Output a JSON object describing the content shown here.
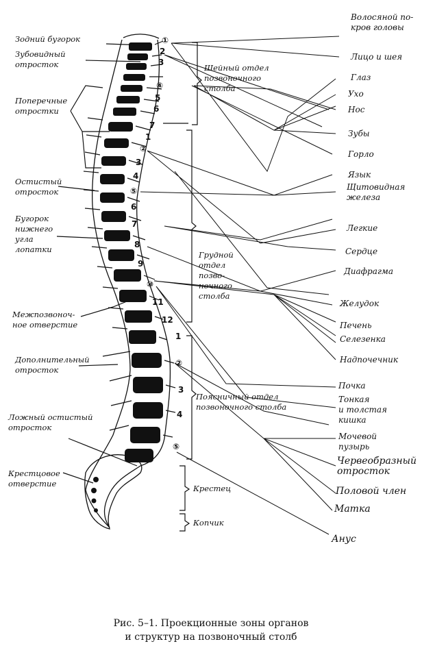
{
  "anatomy_labels": {
    "zodny": "Зодний бугорок",
    "zubovid": "Зубовидный\nотросток",
    "poperech": "Поперечные\nотростки",
    "ostisty": "Остистый\nотросток",
    "bugorok": "Бугорок\nнижнего\nугла\nлопатки",
    "mezhpoz": "Межпозвоноч-\nное отверстие",
    "dopoln": "Дополнительный\nотросток",
    "lozhny": "Ложный остистый\nотросток",
    "krestc_otv": "Крестцовое\nотверстие"
  },
  "section_labels": {
    "cervical": "Шейный отдел\nпозвоночного\nстолба",
    "thoracic": "Грудной\nотдел\nпозво-\nночного\nстолба",
    "lumbar": "Поясничный отдел\nпозвоночного столба",
    "sacrum": "Крестец",
    "coccyx": "Копчик"
  },
  "numbers": {
    "c1": "①",
    "c2": "2",
    "c3": "3",
    "c4": "④",
    "c5": "5",
    "c6": "6",
    "c7": "7",
    "t1": "1",
    "t2": "②",
    "t3": "3",
    "t4": "4",
    "t5": "⑤",
    "t6": "6",
    "t7": "7",
    "t8": "8",
    "t9": "9",
    "t10": "⑩",
    "t11": "11",
    "t12": "12",
    "l1": "1",
    "l2": "②",
    "l3": "3",
    "l4": "4",
    "l5": "⑤"
  },
  "organs": {
    "volos": "Волосяной по-\nкров головы",
    "lico": "Лицо и шея",
    "glaz": "Глаз",
    "uho": "Ухо",
    "nos": "Нос",
    "zuby": "Зубы",
    "gorlo": "Горло",
    "yazyk": "Язык",
    "shchit": "Щитовидная\nжелеза",
    "legkie": "Легкие",
    "serdce": "Сердце",
    "diafragma": "Диафрагма",
    "zheludok": "Желудок",
    "pechen": "Печень",
    "selezenka": "Селезенка",
    "nadpoch": "Надпочечник",
    "pochka": "Почка",
    "kishka": "Тонкая\nи толстая\nкишка",
    "puzyr": "Мочевой\nпузырь",
    "cherv": "Червеобразный\nотросток",
    "polovoy": "Половой член",
    "matka": "Матка",
    "anus": "Анус"
  },
  "caption": {
    "line1": "Рис. 5–1. Проекционные зоны органов",
    "line2": "и структур на позвоночный столб"
  }
}
